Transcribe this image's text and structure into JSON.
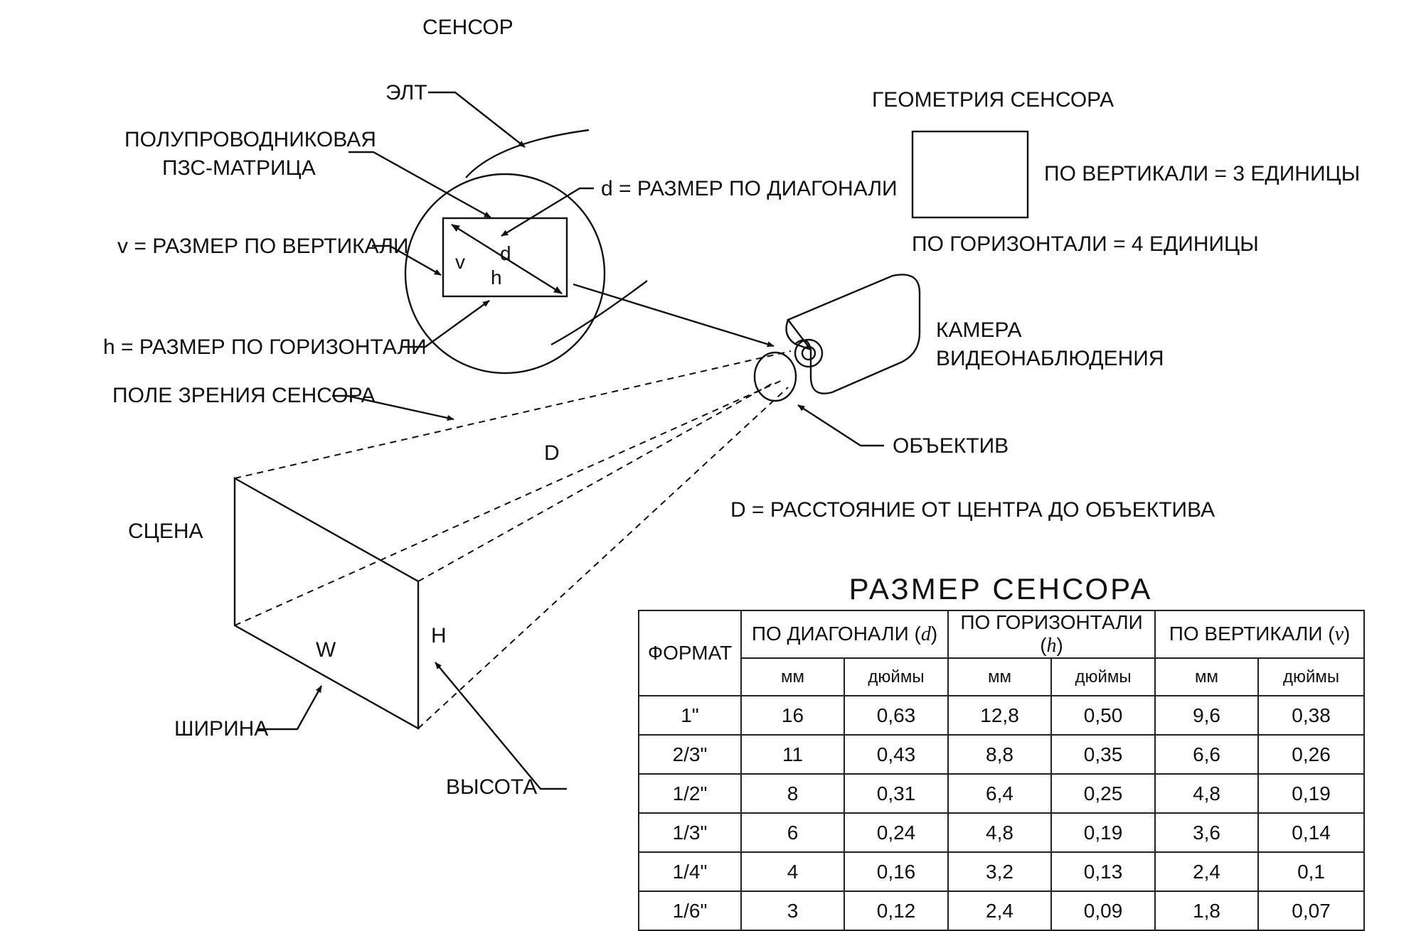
{
  "labels": {
    "sensor": "СЕНСОР",
    "crt": "ЭЛТ",
    "ccd_line1": "ПОЛУПРОВОДНИКОВАЯ",
    "ccd_line2": "ПЗС-МАТРИЦА",
    "diag_def": "d = РАЗМЕР ПО ДИАГОНАЛИ",
    "vert_def": "v = РАЗМЕР ПО ВЕРТИКАЛИ",
    "horiz_def": "h = РАЗМЕР ПО ГОРИЗОНТАЛИ",
    "fov": "ПОЛЕ ЗРЕНИЯ СЕНСОРА",
    "geometry_title": "ГЕОМЕТРИЯ СЕНСОРА",
    "vert_units": "ПО ВЕРТИКАЛИ = 3 ЕДИНИЦЫ",
    "horiz_units": "ПО ГОРИЗОНТАЛИ = 4 ЕДИНИЦЫ",
    "camera_line1": "КАМЕРА",
    "camera_line2": "ВИДЕОНАБЛЮДЕНИЯ",
    "lens": "ОБЪЕКТИВ",
    "distance_symbol": "D",
    "distance_def": "D  =  РАССТОЯНИЕ ОТ ЦЕНТРА ДО ОБЪЕКТИВА",
    "scene": "СЦЕНА",
    "width_symbol": "W",
    "height_symbol": "H",
    "width": "ШИРИНА",
    "height": "ВЫСОТА",
    "sym_v": "v",
    "sym_d": "d",
    "sym_h": "h"
  },
  "table": {
    "title": "РАЗМЕР СЕНСОРА",
    "format_header": "ФОРМАТ",
    "groups": [
      {
        "label": "ПО ДИАГОНАЛИ",
        "symbol": "d"
      },
      {
        "label": "ПО ГОРИЗОНТАЛИ",
        "symbol": "h"
      },
      {
        "label": "ПО ВЕРТИКАЛИ",
        "symbol": "v"
      }
    ],
    "unit_mm": "мм",
    "unit_in": "дюймы",
    "rows": [
      [
        "1\"",
        "16",
        "0,63",
        "12,8",
        "0,50",
        "9,6",
        "0,38"
      ],
      [
        "2/3\"",
        "11",
        "0,43",
        "8,8",
        "0,35",
        "6,6",
        "0,26"
      ],
      [
        "1/2\"",
        "8",
        "0,31",
        "6,4",
        "0,25",
        "4,8",
        "0,19"
      ],
      [
        "1/3\"",
        "6",
        "0,24",
        "4,8",
        "0,19",
        "3,6",
        "0,14"
      ],
      [
        "1/4\"",
        "4",
        "0,16",
        "3,2",
        "0,13",
        "2,4",
        "0,1"
      ],
      [
        "1/6\"",
        "3",
        "0,12",
        "2,4",
        "0,09",
        "1,8",
        "0,07"
      ]
    ]
  }
}
